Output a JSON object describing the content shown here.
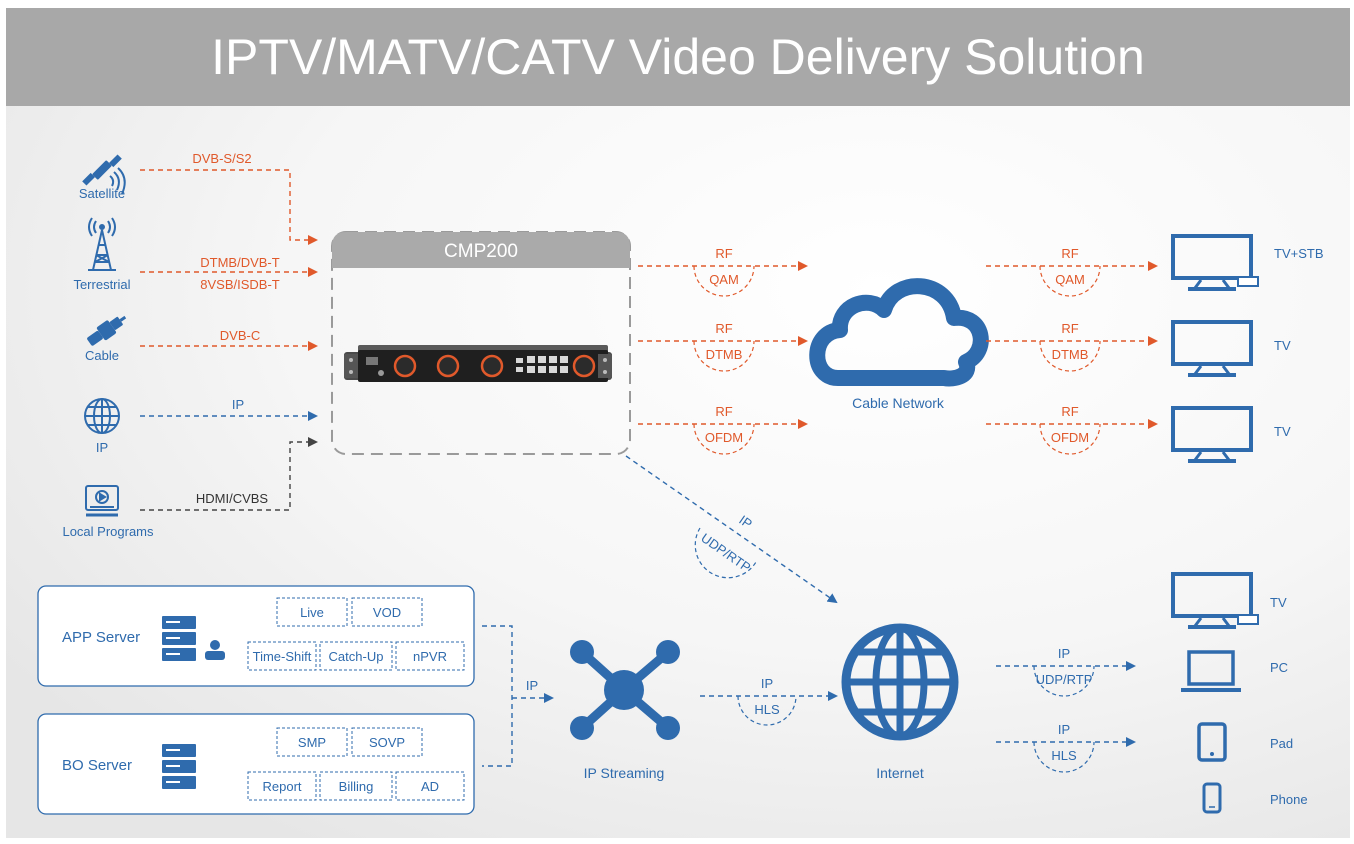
{
  "title": "IPTV/MATV/CATV Video Delivery Solution",
  "colors": {
    "orange": "#e0592b",
    "blue": "#2f6bad",
    "dark": "#444444",
    "gray": "#9a9a9a",
    "label": "#666666"
  },
  "sources": {
    "satellite": "Satellite",
    "terrestrial": "Terrestrial",
    "cable": "Cable",
    "ip": "IP",
    "local": "Local Programs"
  },
  "input_links": {
    "satellite": "DVB-S/S2",
    "terrestrial_1": "DTMB/DVB-T",
    "terrestrial_2": "8VSB/ISDB-T",
    "cable": "DVB-C",
    "ip": "IP",
    "local": "HDMI/CVBS"
  },
  "device": {
    "name": "CMP200"
  },
  "rf_links": [
    {
      "top": "RF",
      "bottom": "QAM"
    },
    {
      "top": "RF",
      "bottom": "DTMB"
    },
    {
      "top": "RF",
      "bottom": "OFDM"
    }
  ],
  "cable_network": "Cable Network",
  "rf_outputs": [
    {
      "top": "RF",
      "bottom": "QAM",
      "device": "TV+STB"
    },
    {
      "top": "RF",
      "bottom": "DTMB",
      "device": "TV"
    },
    {
      "top": "RF",
      "bottom": "OFDM",
      "device": "TV"
    }
  ],
  "device_internet_link": {
    "top": "IP",
    "bottom": "UDP/RTP"
  },
  "app_server": {
    "label": "APP Server",
    "modules": [
      "Live",
      "VOD",
      "Time-Shift",
      "Catch-Up",
      "nPVR"
    ]
  },
  "bo_server": {
    "label": "BO Server",
    "modules": [
      "SMP",
      "SOVP",
      "Report",
      "Billing",
      "AD"
    ]
  },
  "server_link": "IP",
  "streaming": {
    "label": "IP Streaming",
    "link_top": "IP",
    "link_bottom": "HLS"
  },
  "internet": {
    "label": "Internet"
  },
  "internet_outputs": {
    "tv": "TV",
    "pc": "PC",
    "pad": "Pad",
    "phone": "Phone",
    "link1_top": "IP",
    "link1_bottom": "UDP/RTP",
    "link2_top": "IP",
    "link2_bottom": "HLS"
  }
}
